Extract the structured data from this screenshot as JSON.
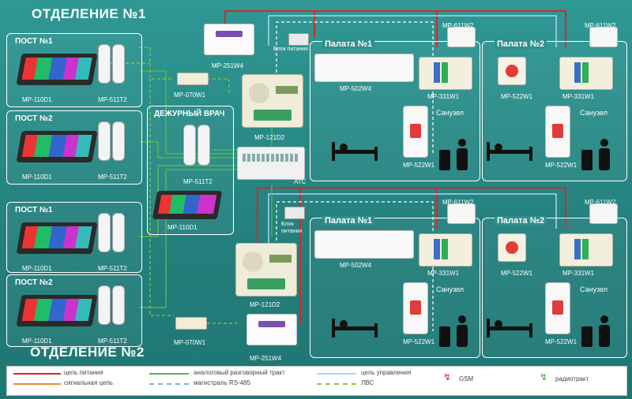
{
  "dept1_title": "ОТДЕЛЕНИЕ №1",
  "dept2_title": "ОТДЕЛЕНИЕ №2",
  "post1_title": "ПОСТ №1",
  "post2_title": "ПОСТ №2",
  "duty_title": "ДЕЖУРНЫЙ ВРАЧ",
  "ward1_title": "Палата №1",
  "ward2_title": "Палата №2",
  "bath_label": "Санузел",
  "power_block": "Блок питания",
  "power_block2": "Блок питания",
  "ats_label": "АТС",
  "models": {
    "console": "MP-110D1",
    "handset": "MP-511T2",
    "router": "MP-070W1",
    "panel": "MP-251W4",
    "station": "MP-121D2",
    "bedhead": "MP-502W4",
    "wall": "MP-331W1",
    "lamp": "MP-611W2",
    "call": "MP-522W1"
  },
  "legend": {
    "power": "цепь питания",
    "signal": "сигнальная цепь",
    "analog": "аналоговый разговорный тракт",
    "rs485": "магистраль RS-485",
    "control": "цепь управления",
    "lan": "ЛВС",
    "gsm": "GSM",
    "radio": "радиотракт"
  },
  "colors": {
    "power": "#d9262a",
    "signal": "#e8902a",
    "analog": "#4db848",
    "rs485": "#ffffff",
    "control": "#a9d7f2",
    "lan": "#8ec63f",
    "gsm": "#d9262a",
    "radio": "#3aa935"
  }
}
